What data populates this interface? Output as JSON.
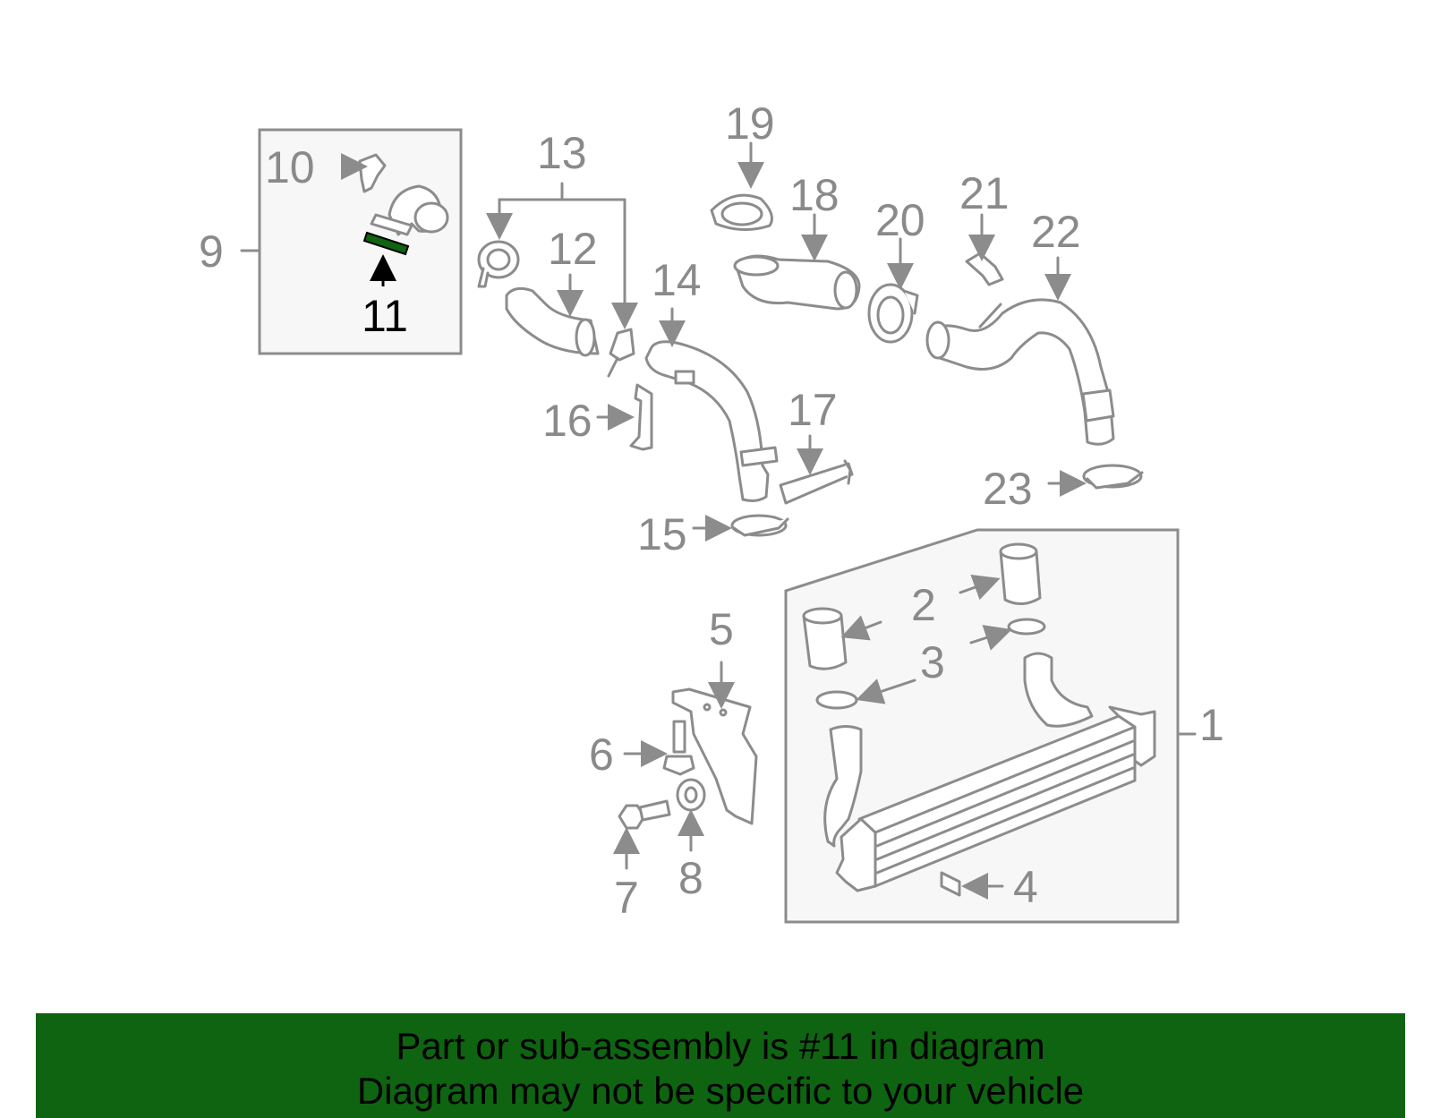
{
  "callouts": [
    "1",
    "2",
    "3",
    "4",
    "5",
    "6",
    "7",
    "8",
    "9",
    "10",
    "11",
    "12",
    "13",
    "14",
    "15",
    "16",
    "17",
    "18",
    "19",
    "20",
    "21",
    "22",
    "23"
  ],
  "highlighted_part": "11",
  "colors": {
    "highlight": "#0e6410",
    "banner_bg": "#0e6410",
    "line_gray": "#8c8c8c",
    "box_fill": "#f7f7f7"
  },
  "banner": {
    "line1": "Part or sub-assembly is #11 in diagram",
    "line2": "Diagram may not be specific to your vehicle"
  }
}
